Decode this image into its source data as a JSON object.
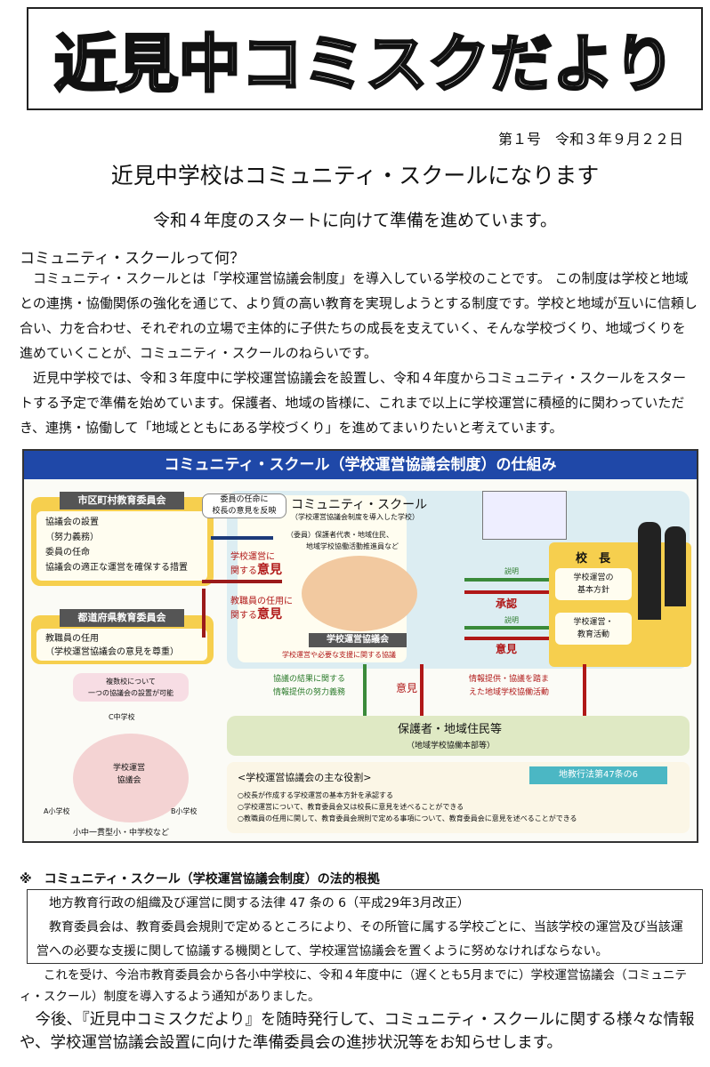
{
  "title": "近見中コミスクだより",
  "issue": "第１号　令和３年９月２２日",
  "headline": "近見中学校はコミュニティ・スクールになります",
  "subheadline": "令和４年度のスタートに向けて準備を進めています。",
  "section_heading": "コミュニティ・スクールって何？",
  "paragraphs": [
    "コミュニティ・スクールとは「学校運営協議会制度」を導入している学校のことです。 この制度は学校と地域との連携・協働関係の強化を通じて、より質の高い教育を実現しようとする制度です。学校と地域が互いに信頼し合い、力を合わせ、それぞれの立場で主体的に子供たちの成長を支えていく、そんな学校づくり、地域づくりを進めていくことが、コミュニティ・スクールのねらいです。",
    "近見中学校では、令和３年度中に学校運営協議会を設置し、令和４年度からコミュニティ・スクールをスタートする予定で準備を始めています。保護者、地域の皆様に、これまで以上に学校運営に積極的に関わっていただき、連携・協働して「地域とともにある学校づくり」を進めてまいりたいと考えています。"
  ],
  "diagram": {
    "title": "コミュニティ・スクール（学校運営協議会制度）の仕組み",
    "municipal_board": "市区町村教育委員会",
    "municipal_items": [
      "協議会の設置",
      "（努力義務）",
      "委員の任命",
      "協議会の適正な運営を確保する措置"
    ],
    "prefectural_board": "都道府県教育委員会",
    "prefectural_items": [
      "教職員の任用",
      "（学校運営協議会の意見を尊重）"
    ],
    "bubble_principal": [
      "委員の任命に",
      "校長の意見を反映"
    ],
    "opinion_school_ops": [
      "学校運営に",
      "関する",
      "意見"
    ],
    "opinion_staff": [
      "教職員の任用に",
      "関する",
      "意見"
    ],
    "cs_title": "コミュニティ・スクール",
    "cs_sub": "（学校運営協議会制度を導入した学校）",
    "members": [
      "（委員）保護者代表・地域住民、",
      "地域学校協働活動推進員など"
    ],
    "council": "学校運営協議会",
    "council_desc": "学校運営や必要な支援に関する協議",
    "principal": "校　長",
    "policy": [
      "学校運営の",
      "基本方針"
    ],
    "activities": [
      "学校運営・",
      "教育活動"
    ],
    "explain1": "説明",
    "approve": "承認",
    "explain2": "説明",
    "opinion": "意見",
    "info_duty": [
      "協議の結果に関する",
      "情報提供の努力義務"
    ],
    "opinion_up": "意見",
    "cooperation": [
      "情報提供・協議を踏ま",
      "えた地域学校協働活動"
    ],
    "guardians": "保護者・地域住民等",
    "guardians_sub": "（地域学校協働本部等）",
    "multi_bubble": [
      "複数校について",
      "一つの協議会の設置が可能"
    ],
    "c_school": "C中学校",
    "a_school": "A小学校",
    "b_school": "B小学校",
    "shared_council": [
      "学校運営",
      "協議会"
    ],
    "multi_caption": "小中一貫型小・中学校など",
    "roles_title": "<学校運営協議会の主な役割>",
    "law_badge": "地教行法第47条の6",
    "roles": [
      "○校長が作成する学校運営の基本方針を承認する",
      "○学校運営について、教育委員会又は校長に意見を述べることができる",
      "○教職員の任用に関して、教育委員会規則で定める事項について、教育委員会に意見を述べることができる"
    ]
  },
  "legal_heading": "※　コミュニティ・スクール（学校運営協議会制度）の法的根拠",
  "legal_lines": [
    "地方教育行政の組織及び運営に関する法律 47 条の 6（平成29年3月改正）",
    "教育委員会は、教育委員会規則で定めるところにより、その所管に属する学校ごとに、当該学校の運営及び当該運営への必要な支援に関して協議する機関として、学校運営協議会を置くように努めなければならない。"
  ],
  "notice": "これを受け、今治市教育委員会から各小中学校に、令和４年度中に（遅くとも5月までに）学校運営協議会（コミュニティ・スクール）制度を導入するよう通知がありました。",
  "closing": "今後、『近見中コミスクだより』を随時発行して、コミュニティ・スクールに関する様々な情報や、学校運営協議会設置に向けた準備委員会の進捗状況等をお知らせします。"
}
